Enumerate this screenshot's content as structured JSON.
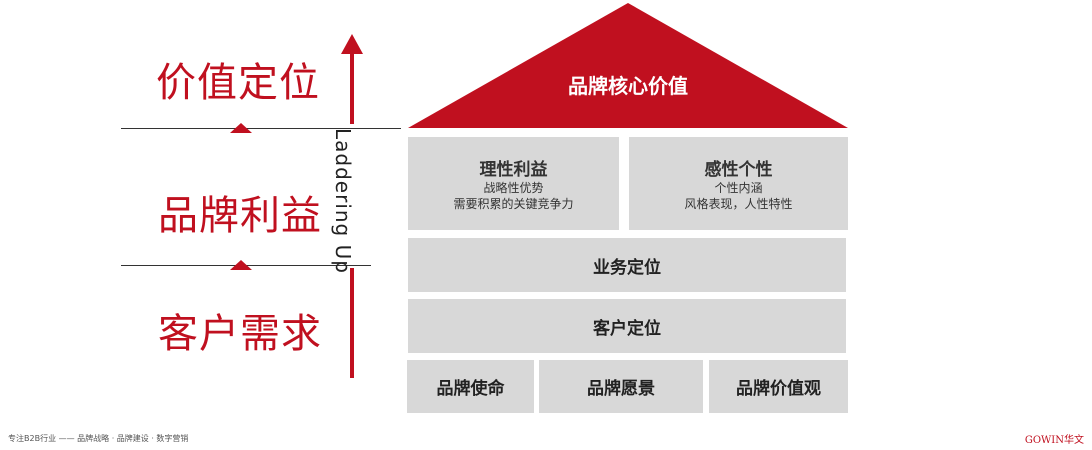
{
  "levels": {
    "top": "价值定位",
    "middle": "品牌利益",
    "bottom": "客户需求"
  },
  "ladder_label": "Laddering Up",
  "roof_label": "品牌核心价值",
  "benefits": {
    "rational": {
      "title": "理性利益",
      "lines": [
        "战略性优势",
        "需要积累的关键竞争力"
      ]
    },
    "emotional": {
      "title": "感性个性",
      "lines": [
        "个性内涵",
        "风格表现，人性特性"
      ]
    }
  },
  "business_positioning": "业务定位",
  "customer_positioning": "客户定位",
  "foundation": [
    "品牌使命",
    "品牌愿景",
    "品牌价值观"
  ],
  "footer": {
    "left": "专注B2B行业 —— 品牌战略 · 品牌建设 · 数字营销",
    "right": "GOWIN华文"
  },
  "colors": {
    "accent": "#c0101f",
    "box": "#d8d8d8"
  }
}
